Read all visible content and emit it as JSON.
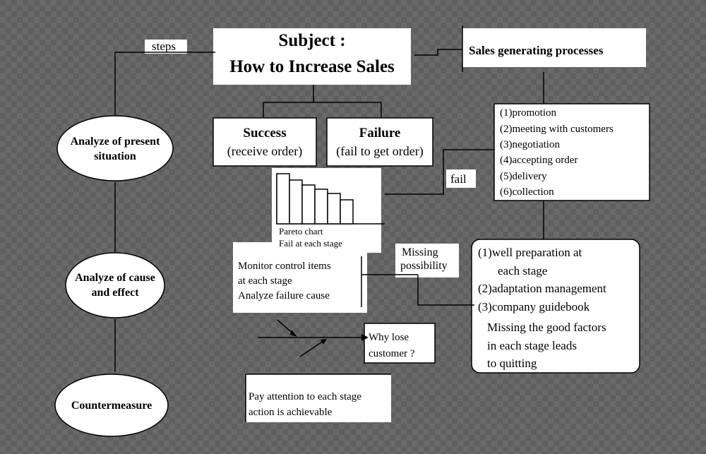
{
  "title": {
    "line1": "Subject :",
    "line2": "How to Increase Sales"
  },
  "steps_label": "steps",
  "sales_processes": {
    "title": "Sales generating processes",
    "items": [
      "(1)promotion",
      "(2)meeting with customers",
      "(3)negotiation",
      "(4)accepting order",
      "(5)delivery",
      "(6)collection"
    ]
  },
  "left_steps": [
    {
      "line1": "Analyze of present",
      "line2": "situation"
    },
    {
      "line1": "Analyze of cause",
      "line2": "and effect"
    },
    {
      "line1": "Countermeasure",
      "line2": ""
    }
  ],
  "success": {
    "title": "Success",
    "sub": "(receive order)"
  },
  "failure": {
    "title": "Failure",
    "sub": "(fail to get order)"
  },
  "fail_label": "fail",
  "pareto": {
    "line1": "Pareto chart",
    "line2": "Fail at each stage"
  },
  "missing": {
    "line1": "Missing",
    "line2": "possibility"
  },
  "monitor": {
    "line1": "Monitor control items",
    "line2": "at each stage",
    "line3": "Analyze failure cause"
  },
  "why_lose": {
    "line1": "Why lose",
    "line2": "customer ?"
  },
  "countermeasures": {
    "item1_line1": "(1)well preparation at",
    "item1_line2": "each stage",
    "item2": "(2)adaptation management",
    "item3": "(3)company guidebook",
    "note1": "Missing the good factors",
    "note2": "in each stage leads",
    "note3": "to quitting"
  },
  "pay_attention": {
    "line1": "Pay attention to each stage",
    "line2": "action is achievable"
  }
}
